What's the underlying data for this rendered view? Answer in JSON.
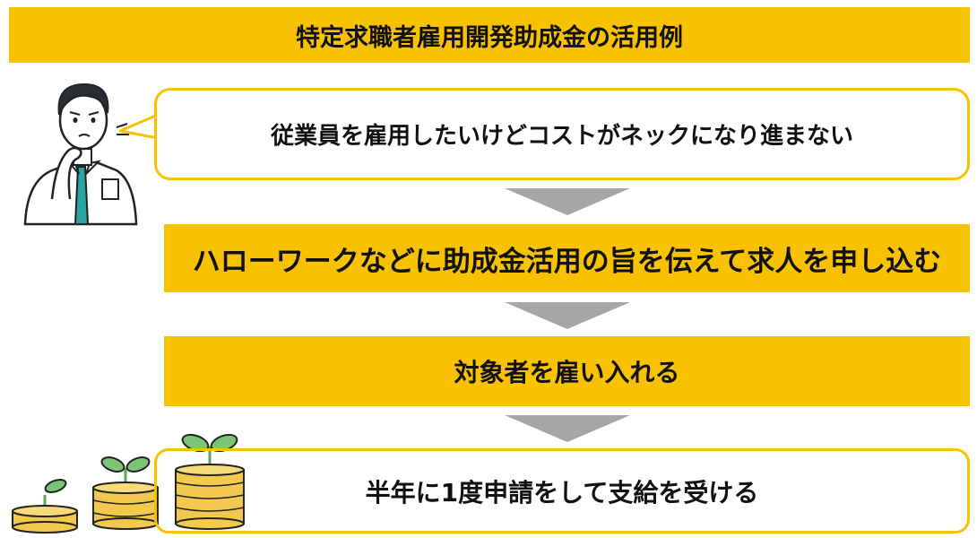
{
  "title": "特定求職者雇用開発助成金の活用例",
  "steps": [
    "従業員を雇用したいけどコストがネックになり進まない",
    "ハローワークなどに助成金活用の旨を伝えて求人を申し込む",
    "対象者を雇い入れる",
    "半年に1度申請をして支給を受ける"
  ],
  "colors": {
    "accent": "#F9C200",
    "arrow": "#A6A6A6",
    "coin": "#F2C94C",
    "sprout": "#7CC576"
  },
  "icons": {
    "person": "worried-man-icon",
    "coins": "coin-stack-sprout-icon"
  }
}
